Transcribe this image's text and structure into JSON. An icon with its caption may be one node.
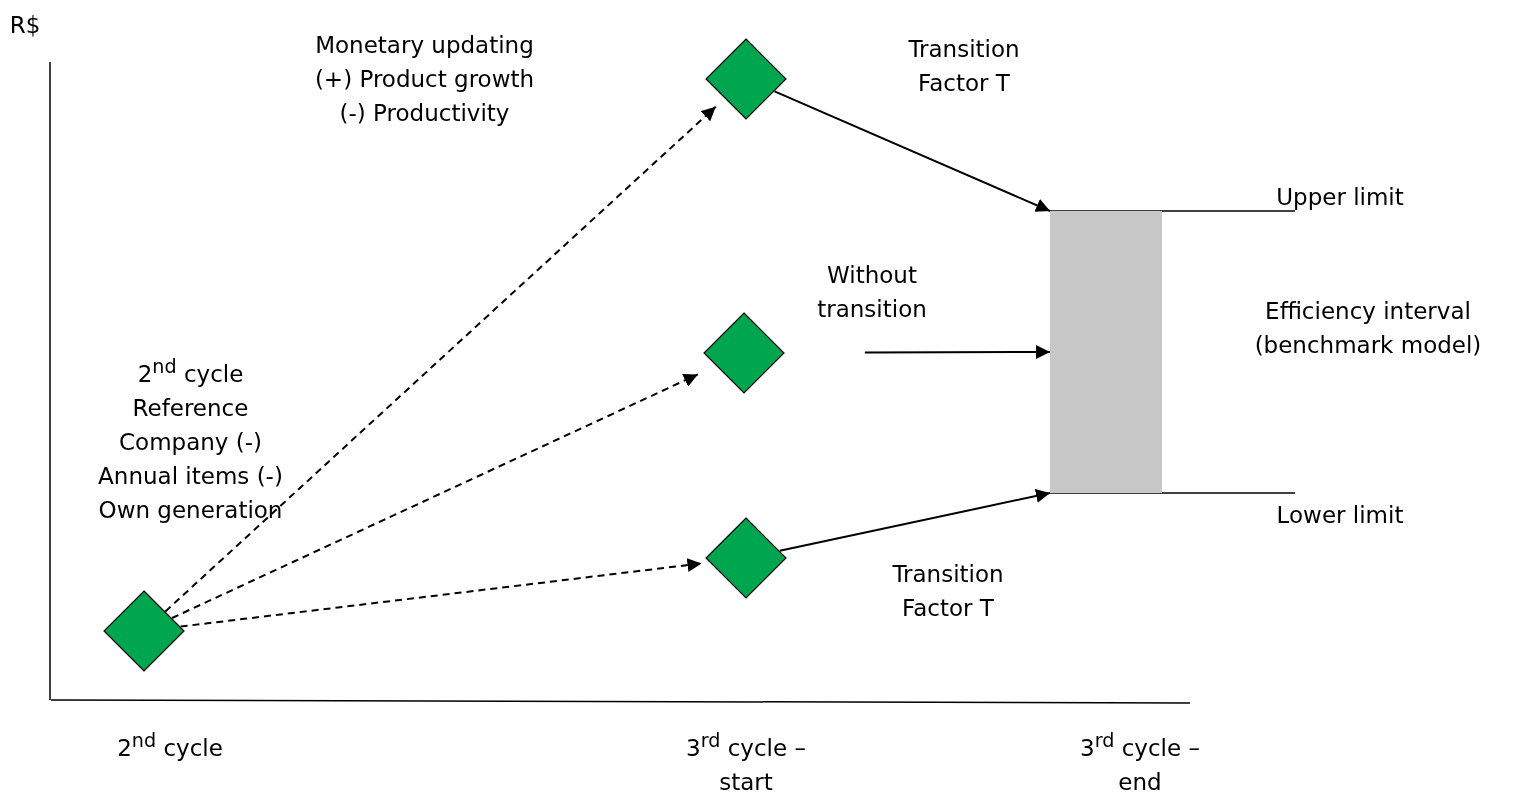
{
  "diagram": {
    "nodes": [
      {
        "text": [],
        "shape": "diamond"
      },
      {
        "text": [],
        "shape": "diamond"
      },
      {
        "text": [],
        "shape": "diamond"
      },
      {
        "text": [],
        "shape": "diamond"
      },
      {
        "text": [],
        "shape": "bar"
      }
    ],
    "edges": [
      {
        "from": 0,
        "to": 1,
        "arrow": "to",
        "style": "dashed",
        "label": "Monetary updating (+) Product growth (-) Productivity"
      },
      {
        "from": 0,
        "to": 2,
        "arrow": "to",
        "style": "dashed"
      },
      {
        "from": 0,
        "to": 3,
        "arrow": "to",
        "style": "dashed"
      },
      {
        "from": 1,
        "to": 4,
        "arrow": "to",
        "label": "Transition Factor T"
      },
      {
        "from": 2,
        "to": 4,
        "arrow": "to",
        "label": "Without transition"
      },
      {
        "from": 3,
        "to": 4,
        "arrow": "to",
        "label": "Transition Factor T"
      }
    ],
    "labels": [
      "R$",
      "Upper limit",
      "Efficiency interval (benchmark model)",
      "2$^{nd}$ cycle Reference Company (-) Annual items (-) Own generation",
      "Lower limit",
      "2$^{nd}$ cycle",
      "3$^{rd}$ cycle – start",
      "3$^{rd}$ cycle – end"
    ]
  }
}
